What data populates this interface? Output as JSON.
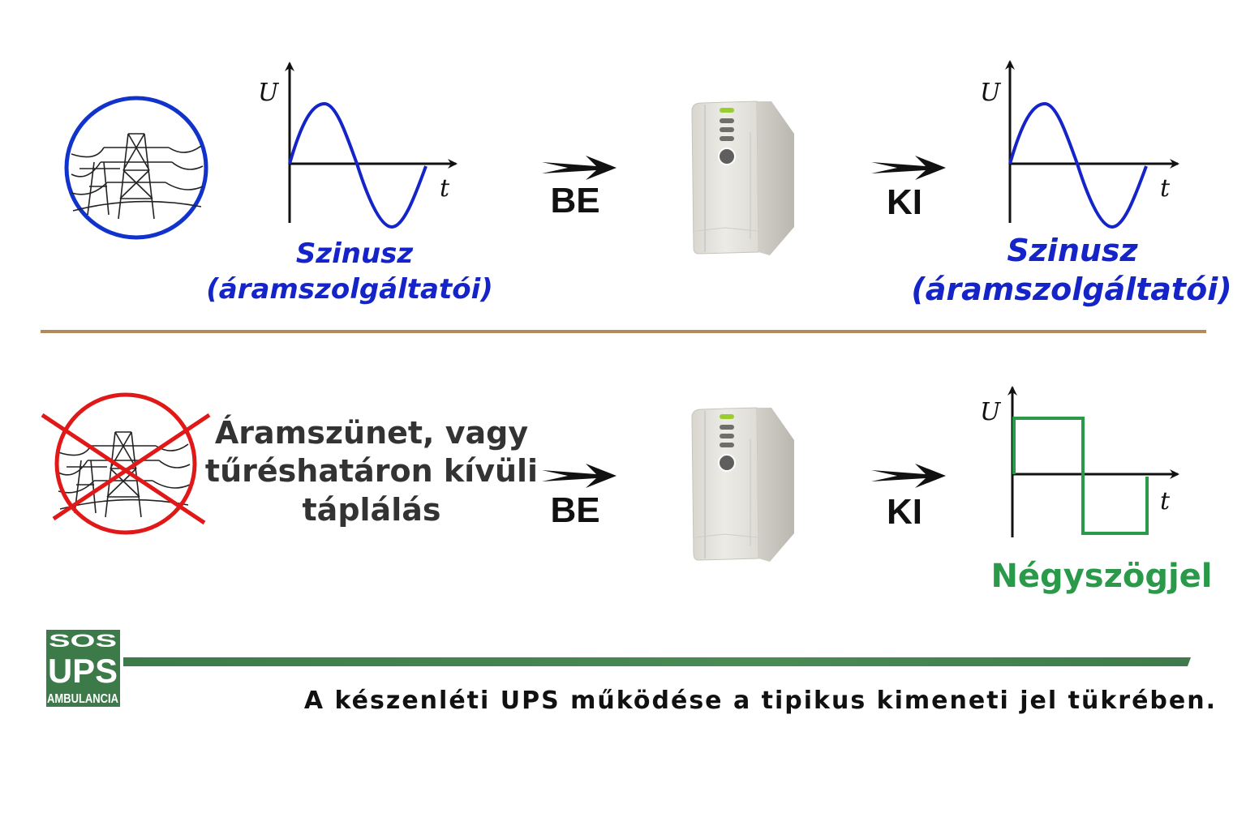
{
  "top_row": {
    "input_wave_label_1": "Szinusz",
    "input_wave_label_2": "(áramszolgáltatói)",
    "in_label": "BE",
    "out_label": "KI",
    "output_wave_label_1": "Szinusz",
    "output_wave_label_2": "(áramszolgáltatói)"
  },
  "bottom_row": {
    "outage_text_1": "Áramszünet, vagy",
    "outage_text_2": "tűréshatáron kívüli",
    "outage_text_3": "táplálás",
    "in_label": "BE",
    "out_label": "KI",
    "output_wave_label": "Négyszögjel"
  },
  "axes": {
    "y_label": "U",
    "x_label": "t"
  },
  "logo": {
    "line1": "SOS",
    "line2": "UPS",
    "line3": "AMBULANCIA"
  },
  "caption": "A készenléti UPS működése a tipikus kimeneti jel tükrében.",
  "colors": {
    "sine": "#1524c8",
    "square": "#2a9a4a",
    "cross": "#e01818",
    "divider": "#b08a5a",
    "brand": "#3d7a4a"
  }
}
